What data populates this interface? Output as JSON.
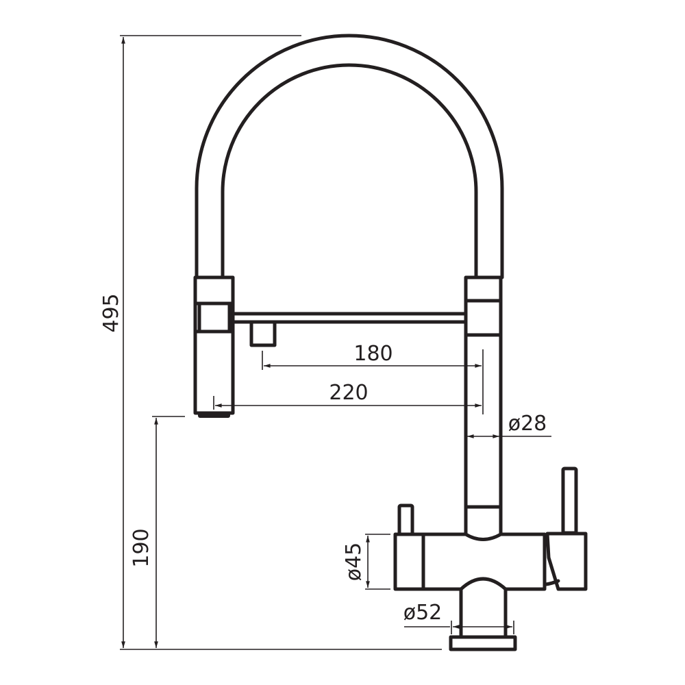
{
  "dimensions": {
    "total_height": "495",
    "spout_height": "190",
    "reach_outer": "220",
    "reach_inner": "180",
    "spout_diameter": "ø28",
    "body_diameter": "ø45",
    "base_diameter": "ø52"
  },
  "colors": {
    "line": "#231f20",
    "background": "#ffffff"
  }
}
